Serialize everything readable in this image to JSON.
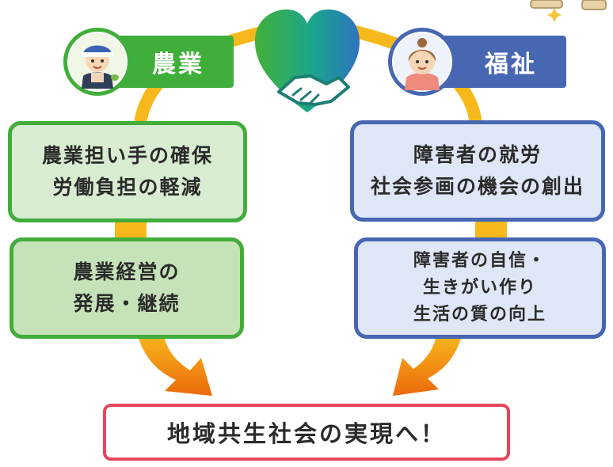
{
  "agriculture": {
    "header": "農業",
    "box1": [
      "農業担い手の確保",
      "労働負担の軽減"
    ],
    "box2": [
      "農業経営の",
      "発展・継続"
    ]
  },
  "welfare": {
    "header": "福祉",
    "box1": [
      "障害者の就労",
      "社会参画の機会の創出"
    ],
    "box2": [
      "障害者の自信・",
      "生きがい作り",
      "生活の質の向上"
    ]
  },
  "result": "地域共生社会の実現へ！",
  "colors": {
    "agriculture_green": "#3fae3a",
    "welfare_blue": "#4767b2",
    "arc_yellow": "#f6b81a",
    "arrow_orange": "#ef7d0c",
    "result_border": "#e4485a"
  },
  "icons": {
    "center": "heart-handshake-icon",
    "agriculture": "farmer-avatar-icon",
    "welfare": "caregiver-avatar-icon"
  }
}
